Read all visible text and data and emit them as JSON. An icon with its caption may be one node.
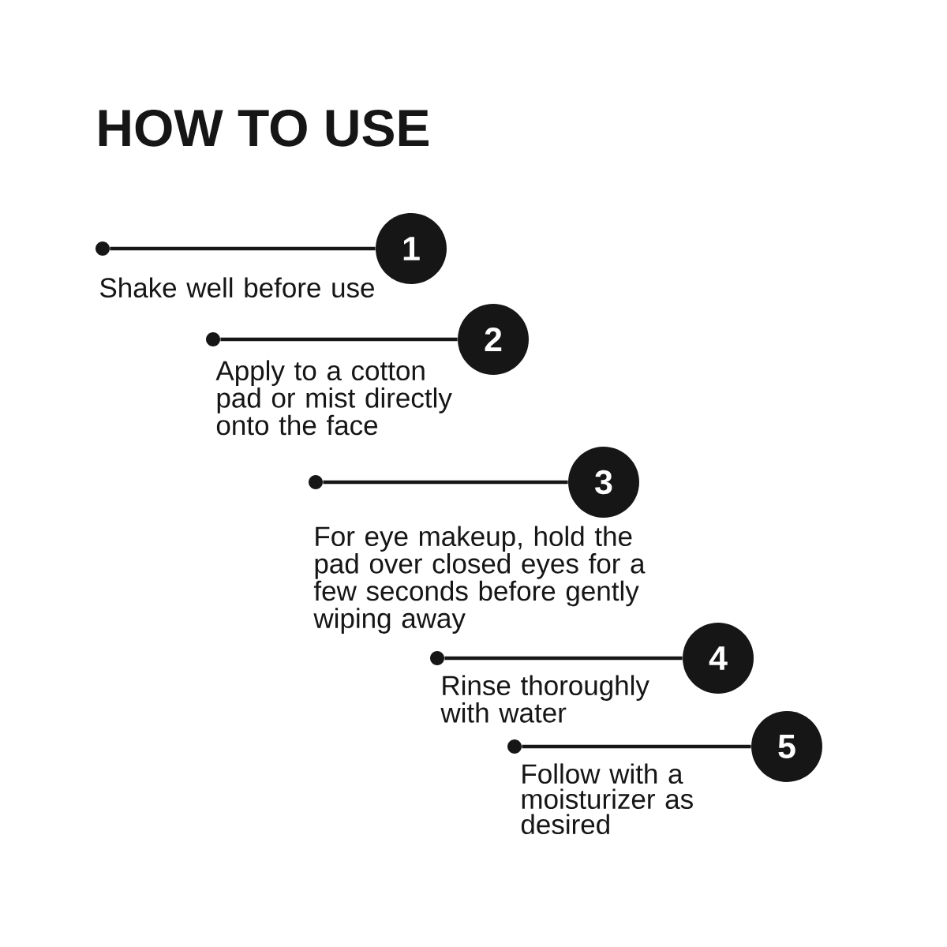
{
  "diagram": {
    "title": "HOW TO USE",
    "nodes": [
      {
        "text": [],
        "shape": "circle"
      },
      {
        "text": [
          "1"
        ]
      },
      {
        "text": [],
        "shape": "circle"
      },
      {
        "text": [
          "2"
        ]
      },
      {
        "text": [],
        "shape": "circle"
      },
      {
        "text": [
          "3"
        ]
      },
      {
        "text": [],
        "shape": "circle"
      },
      {
        "text": [
          "4"
        ]
      },
      {
        "text": [],
        "shape": "circle"
      },
      {
        "text": [
          "5"
        ]
      }
    ],
    "edges": [
      {
        "from": 0,
        "to": 1,
        "arrow": "none"
      },
      {
        "from": 2,
        "to": 3,
        "arrow": "none"
      },
      {
        "from": 4,
        "to": 5,
        "arrow": "none"
      },
      {
        "from": 6,
        "to": 7,
        "arrow": "none"
      },
      {
        "from": 8,
        "to": 9,
        "arrow": "none"
      }
    ],
    "labels": [
      "Shake well before use",
      "Apply to a cotton pad or mist directly onto the face",
      "For eye makeup, hold the pad over closed eyes for a few seconds before gently wiping away",
      "Rinse thoroughly with water",
      "Follow with a moisturizer as desired"
    ]
  }
}
